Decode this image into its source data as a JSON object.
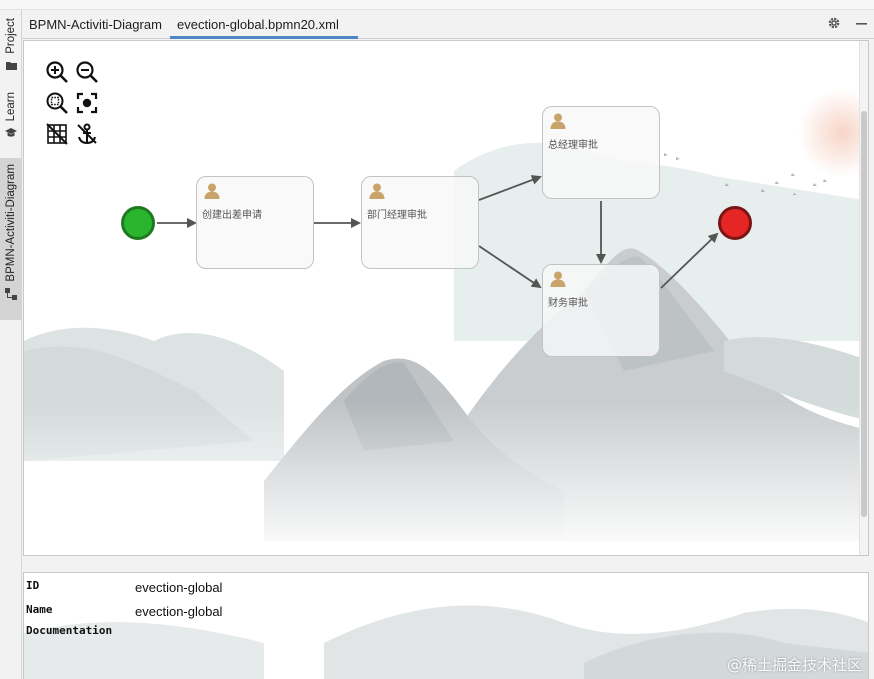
{
  "left_stripe": {
    "items": [
      {
        "label": "Project",
        "icon": "folder-icon"
      },
      {
        "label": "Learn",
        "icon": "graduation-cap-icon"
      },
      {
        "label": "BPMN-Activiti-Diagram",
        "icon": "diagram-icon"
      }
    ]
  },
  "tabs": [
    {
      "label": "BPMN-Activiti-Diagram",
      "active": false
    },
    {
      "label": "evection-global.bpmn20.xml",
      "active": true
    }
  ],
  "toolbar": {
    "actions": [
      "zoom-in-icon",
      "zoom-out-icon",
      "zoom-fit-icon",
      "center-focus-icon",
      "grid-icon",
      "anchor-icon"
    ]
  },
  "diagram": {
    "tasks": [
      {
        "id": "t1",
        "label": "创建出差申请"
      },
      {
        "id": "t2",
        "label": "部门经理审批"
      },
      {
        "id": "t3",
        "label": "总经理审批"
      },
      {
        "id": "t4",
        "label": "财务审批"
      }
    ],
    "colors": {
      "start_fill": "#2bb52f",
      "end_fill": "#e62525",
      "edge": "#555555"
    }
  },
  "properties": [
    {
      "key": "ID",
      "value": "evection-global"
    },
    {
      "key": "Name",
      "value": "evection-global"
    },
    {
      "key": "Documentation",
      "value": ""
    }
  ],
  "watermark": "@稀土掘金技术社区"
}
